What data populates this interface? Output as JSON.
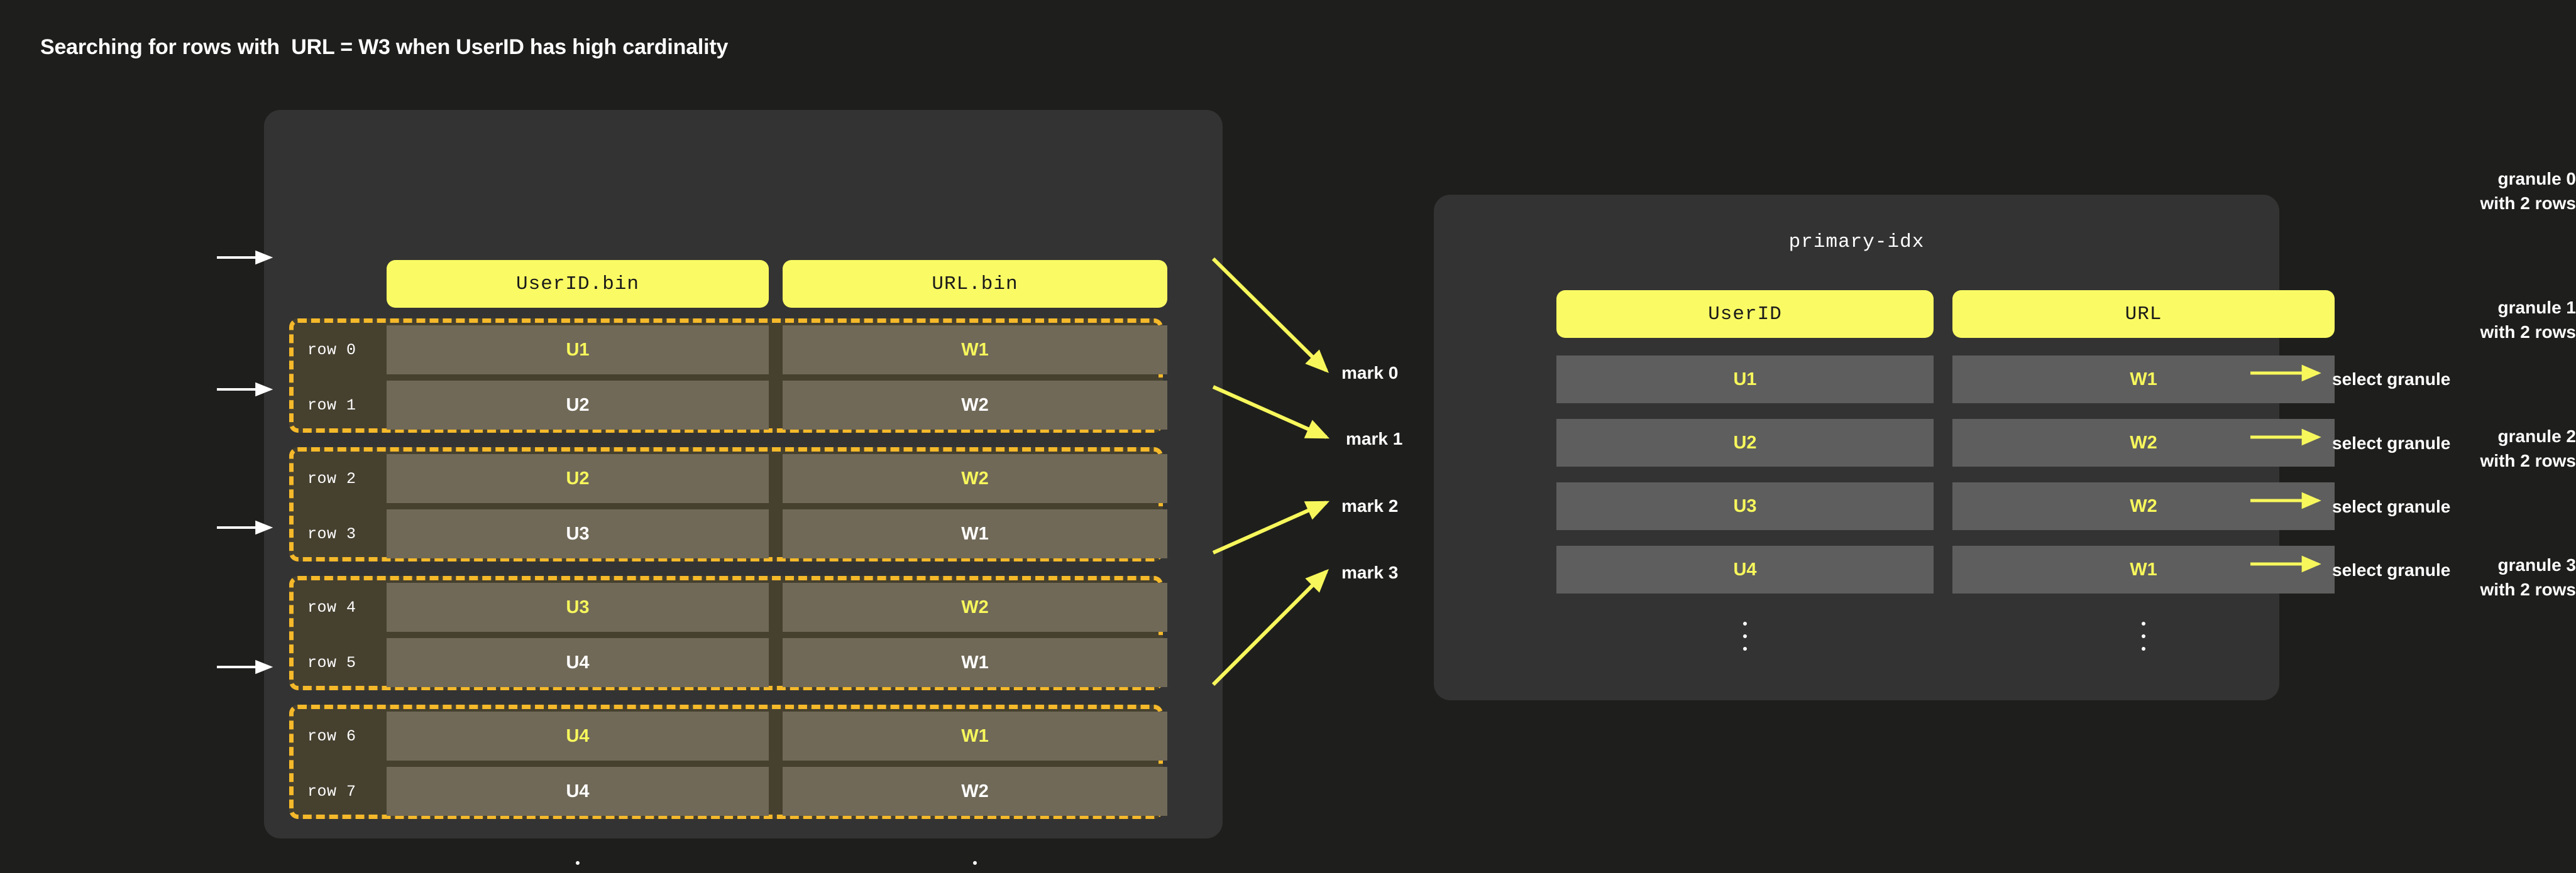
{
  "title": "Searching for rows with  URL = W3 when UserID has high cardinality",
  "colors": {
    "background": "#1e1f1c",
    "panel": "#333333",
    "accent_yellow": "#fafa64",
    "granule_border": "#f5b92a",
    "granule_fill": "#46402f",
    "data_cell": "#706958",
    "index_cell": "#5e5e5e",
    "arrow_yellow": "#f7f75c",
    "arrow_white": "#ffffff",
    "mark_text": "#f7f75c"
  },
  "data_part": {
    "columns": [
      {
        "name": "userid-bin",
        "label": "UserID.bin"
      },
      {
        "name": "url-bin",
        "label": "URL.bin"
      }
    ],
    "granules": [
      {
        "label": "granule 0\nwith 2 rows",
        "mark": "mark 0",
        "rows": [
          {
            "row_label": "row 0",
            "userid": "U1",
            "url": "W1",
            "is_mark": true
          },
          {
            "row_label": "row 1",
            "userid": "U2",
            "url": "W2",
            "is_mark": false
          }
        ]
      },
      {
        "label": "granule 1\nwith 2 rows",
        "mark": "mark 1",
        "rows": [
          {
            "row_label": "row 2",
            "userid": "U2",
            "url": "W2",
            "is_mark": true
          },
          {
            "row_label": "row 3",
            "userid": "U3",
            "url": "W1",
            "is_mark": false
          }
        ]
      },
      {
        "label": "granule 2\nwith 2 rows",
        "mark": "mark 2",
        "rows": [
          {
            "row_label": "row 4",
            "userid": "U3",
            "url": "W2",
            "is_mark": true
          },
          {
            "row_label": "row 5",
            "userid": "U4",
            "url": "W1",
            "is_mark": false
          }
        ]
      },
      {
        "label": "granule 3\nwith 2 rows",
        "mark": "mark 3",
        "rows": [
          {
            "row_label": "row 6",
            "userid": "U4",
            "url": "W1",
            "is_mark": true
          },
          {
            "row_label": "row 7",
            "userid": "U4",
            "url": "W2",
            "is_mark": false
          }
        ]
      }
    ],
    "ellipsis": "⋮"
  },
  "primary_idx": {
    "title": "primary-idx",
    "columns": [
      {
        "name": "userid",
        "label": "UserID"
      },
      {
        "name": "url",
        "label": "URL"
      }
    ],
    "rows": [
      {
        "userid": "U1",
        "url": "W1",
        "action": "select granule"
      },
      {
        "userid": "U2",
        "url": "W2",
        "action": "select granule"
      },
      {
        "userid": "U3",
        "url": "W2",
        "action": "select granule"
      },
      {
        "userid": "U4",
        "url": "W1",
        "action": "select granule"
      }
    ],
    "ellipsis": "⋮"
  }
}
